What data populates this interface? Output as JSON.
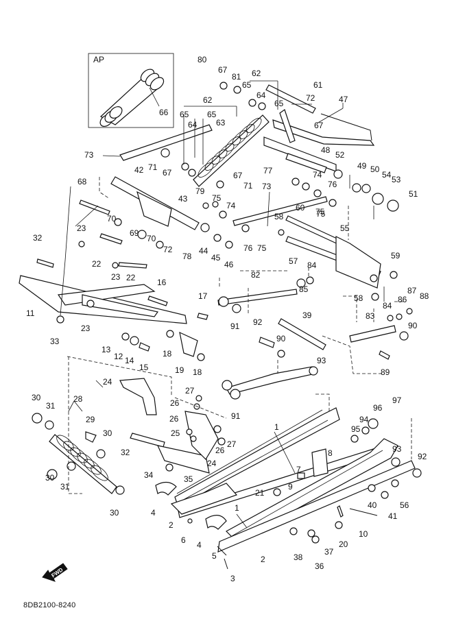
{
  "inset": {
    "label": "AP",
    "callout": "66"
  },
  "doc_code": "8DB2100-8240",
  "fwd_label": "FWD",
  "callouts": [
    {
      "id": "80",
      "text": "80"
    },
    {
      "id": "67a",
      "text": "67"
    },
    {
      "id": "62a",
      "text": "62"
    },
    {
      "id": "81",
      "text": "81"
    },
    {
      "id": "65a",
      "text": "65"
    },
    {
      "id": "64a",
      "text": "64"
    },
    {
      "id": "61",
      "text": "61"
    },
    {
      "id": "65b",
      "text": "65"
    },
    {
      "id": "72a",
      "text": "72"
    },
    {
      "id": "47",
      "text": "47"
    },
    {
      "id": "62b",
      "text": "62"
    },
    {
      "id": "65c",
      "text": "65"
    },
    {
      "id": "65d",
      "text": "65"
    },
    {
      "id": "64b",
      "text": "64"
    },
    {
      "id": "63",
      "text": "63"
    },
    {
      "id": "67b",
      "text": "67"
    },
    {
      "id": "73a",
      "text": "73"
    },
    {
      "id": "42",
      "text": "42"
    },
    {
      "id": "71a",
      "text": "71"
    },
    {
      "id": "67c",
      "text": "67"
    },
    {
      "id": "48",
      "text": "48"
    },
    {
      "id": "52",
      "text": "52"
    },
    {
      "id": "77",
      "text": "77"
    },
    {
      "id": "74a",
      "text": "74"
    },
    {
      "id": "49",
      "text": "49"
    },
    {
      "id": "50",
      "text": "50"
    },
    {
      "id": "54",
      "text": "54"
    },
    {
      "id": "53",
      "text": "53"
    },
    {
      "id": "68",
      "text": "68"
    },
    {
      "id": "67d",
      "text": "67"
    },
    {
      "id": "71b",
      "text": "71"
    },
    {
      "id": "73b",
      "text": "73"
    },
    {
      "id": "76a",
      "text": "76"
    },
    {
      "id": "51",
      "text": "51"
    },
    {
      "id": "79",
      "text": "79"
    },
    {
      "id": "75a",
      "text": "75"
    },
    {
      "id": "43",
      "text": "43"
    },
    {
      "id": "74b",
      "text": "74"
    },
    {
      "id": "60",
      "text": "60"
    },
    {
      "id": "75b",
      "text": "75"
    },
    {
      "id": "75c",
      "text": "75"
    },
    {
      "id": "58a",
      "text": "58"
    },
    {
      "id": "70a",
      "text": "70"
    },
    {
      "id": "55",
      "text": "55"
    },
    {
      "id": "23a",
      "text": "23"
    },
    {
      "id": "32a",
      "text": "32"
    },
    {
      "id": "69",
      "text": "69"
    },
    {
      "id": "70b",
      "text": "70"
    },
    {
      "id": "78",
      "text": "78"
    },
    {
      "id": "44",
      "text": "44"
    },
    {
      "id": "45",
      "text": "45"
    },
    {
      "id": "46",
      "text": "46"
    },
    {
      "id": "76b",
      "text": "76"
    },
    {
      "id": "75d",
      "text": "75"
    },
    {
      "id": "72b",
      "text": "72"
    },
    {
      "id": "22a",
      "text": "22"
    },
    {
      "id": "57",
      "text": "57"
    },
    {
      "id": "84a",
      "text": "84"
    },
    {
      "id": "59",
      "text": "59"
    },
    {
      "id": "23b",
      "text": "23"
    },
    {
      "id": "22b",
      "text": "22"
    },
    {
      "id": "82",
      "text": "82"
    },
    {
      "id": "85",
      "text": "85"
    },
    {
      "id": "16",
      "text": "16"
    },
    {
      "id": "87",
      "text": "87"
    },
    {
      "id": "58b",
      "text": "58"
    },
    {
      "id": "84b",
      "text": "84"
    },
    {
      "id": "86",
      "text": "86"
    },
    {
      "id": "88",
      "text": "88"
    },
    {
      "id": "11",
      "text": "11"
    },
    {
      "id": "17",
      "text": "17"
    },
    {
      "id": "23c",
      "text": "23"
    },
    {
      "id": "92a",
      "text": "92"
    },
    {
      "id": "91a",
      "text": "91"
    },
    {
      "id": "39",
      "text": "39"
    },
    {
      "id": "83",
      "text": "83"
    },
    {
      "id": "90a",
      "text": "90"
    },
    {
      "id": "33",
      "text": "33"
    },
    {
      "id": "13",
      "text": "13"
    },
    {
      "id": "12",
      "text": "12"
    },
    {
      "id": "14",
      "text": "14"
    },
    {
      "id": "18a",
      "text": "18"
    },
    {
      "id": "90b",
      "text": "90"
    },
    {
      "id": "15",
      "text": "15"
    },
    {
      "id": "19",
      "text": "19"
    },
    {
      "id": "18b",
      "text": "18"
    },
    {
      "id": "93a",
      "text": "93"
    },
    {
      "id": "89",
      "text": "89"
    },
    {
      "id": "24a",
      "text": "24"
    },
    {
      "id": "27a",
      "text": "27"
    },
    {
      "id": "91b",
      "text": "91"
    },
    {
      "id": "26a",
      "text": "26"
    },
    {
      "id": "97",
      "text": "97"
    },
    {
      "id": "30a",
      "text": "30"
    },
    {
      "id": "28",
      "text": "28"
    },
    {
      "id": "31a",
      "text": "31"
    },
    {
      "id": "29",
      "text": "29"
    },
    {
      "id": "26b",
      "text": "26"
    },
    {
      "id": "96",
      "text": "96"
    },
    {
      "id": "1a",
      "text": "1"
    },
    {
      "id": "94",
      "text": "94"
    },
    {
      "id": "95",
      "text": "95"
    },
    {
      "id": "25",
      "text": "25"
    },
    {
      "id": "30b",
      "text": "30"
    },
    {
      "id": "27b",
      "text": "27"
    },
    {
      "id": "26c",
      "text": "26"
    },
    {
      "id": "32b",
      "text": "32"
    },
    {
      "id": "24b",
      "text": "24"
    },
    {
      "id": "93b",
      "text": "93"
    },
    {
      "id": "8",
      "text": "8"
    },
    {
      "id": "92b",
      "text": "92"
    },
    {
      "id": "7",
      "text": "7"
    },
    {
      "id": "34",
      "text": "34"
    },
    {
      "id": "35",
      "text": "35"
    },
    {
      "id": "9",
      "text": "9"
    },
    {
      "id": "30c",
      "text": "30"
    },
    {
      "id": "31b",
      "text": "31"
    },
    {
      "id": "40",
      "text": "40"
    },
    {
      "id": "56",
      "text": "56"
    },
    {
      "id": "21",
      "text": "21"
    },
    {
      "id": "41",
      "text": "41"
    },
    {
      "id": "30d",
      "text": "30"
    },
    {
      "id": "4a",
      "text": "4"
    },
    {
      "id": "1b",
      "text": "1"
    },
    {
      "id": "2a",
      "text": "2"
    },
    {
      "id": "10",
      "text": "10"
    },
    {
      "id": "6",
      "text": "6"
    },
    {
      "id": "4b",
      "text": "4"
    },
    {
      "id": "20",
      "text": "20"
    },
    {
      "id": "37",
      "text": "37"
    },
    {
      "id": "5",
      "text": "5"
    },
    {
      "id": "38",
      "text": "38"
    },
    {
      "id": "2b",
      "text": "2"
    },
    {
      "id": "36",
      "text": "36"
    },
    {
      "id": "3",
      "text": "3"
    }
  ]
}
